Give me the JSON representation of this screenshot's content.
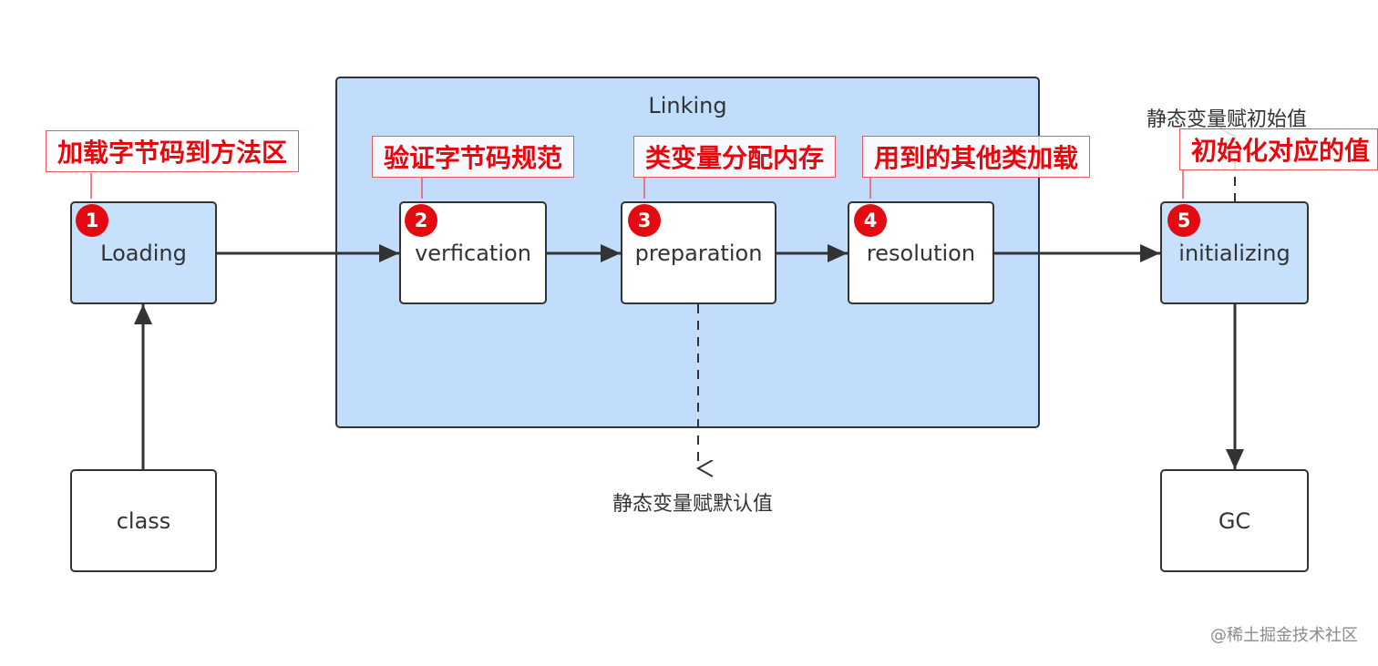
{
  "group": {
    "title": "Linking"
  },
  "nodes": {
    "loading": "Loading",
    "verification": "verfication",
    "preparation": "preparation",
    "resolution": "resolution",
    "initializing": "initializing",
    "class": "class",
    "gc": "GC"
  },
  "notes": {
    "default_values": "静态变量赋默认值",
    "initial_values": "静态变量赋初始值"
  },
  "callouts": [
    {
      "number": "1",
      "text": "加载字节码到方法区"
    },
    {
      "number": "2",
      "text": "验证字节码规范"
    },
    {
      "number": "3",
      "text": "类变量分配内存"
    },
    {
      "number": "4",
      "text": "用到的其他类加载"
    },
    {
      "number": "5",
      "text": "初始化对应的值"
    }
  ],
  "watermark": "@稀土掘金技术社区",
  "colors": {
    "blue_fill": "#c7e0fc",
    "callout_red": "#e8070d",
    "badge_red": "#e30a12",
    "stroke": "#333333"
  }
}
